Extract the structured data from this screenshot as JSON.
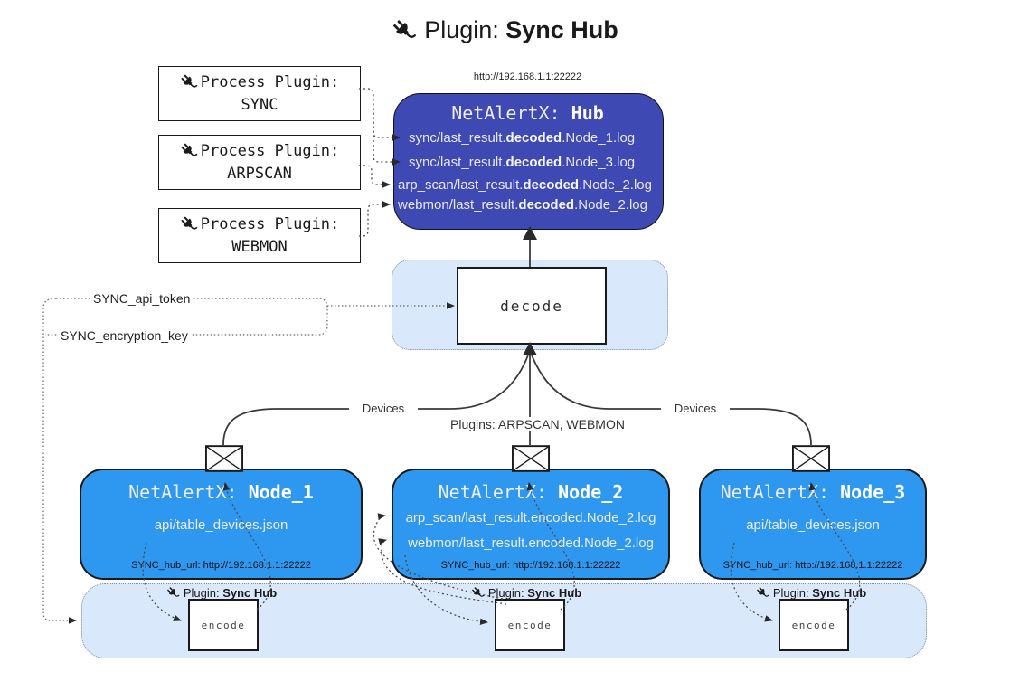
{
  "title": {
    "prefix": "Plugin: ",
    "bold": "Sync Hub"
  },
  "hub": {
    "url": "http://192.168.1.1:22222",
    "name_prefix": "NetAlertX: ",
    "name_bold": "Hub",
    "logs": [
      {
        "pre": "sync/last_result.",
        "bold": "decoded",
        "post": ".Node_1.log"
      },
      {
        "pre": "sync/last_result.",
        "bold": "decoded",
        "post": ".Node_3.log"
      },
      {
        "pre": "arp_scan/last_result.",
        "bold": "decoded",
        "post": ".Node_2.log"
      },
      {
        "pre": "webmon/last_result.",
        "bold": "decoded",
        "post": ".Node_2.log"
      }
    ]
  },
  "process_plugins": [
    {
      "title": "Process Plugin:",
      "name": "SYNC"
    },
    {
      "title": "Process Plugin:",
      "name": "ARPSCAN"
    },
    {
      "title": "Process Plugin:",
      "name": "WEBMON"
    }
  ],
  "decode": {
    "label": "decode"
  },
  "settings": {
    "api_token": "SYNC_api_token",
    "encryption_key": "SYNC_encryption_key"
  },
  "edge_labels": {
    "devices_left": "Devices",
    "plugins_mid": "Plugins: ARPSCAN, WEBMON",
    "devices_right": "Devices"
  },
  "nodes": [
    {
      "name_prefix": "NetAlertX: ",
      "name_bold": "Node_1",
      "files": [
        "api/table_devices.json"
      ],
      "hub_url": "SYNC_hub_url: http://192.168.1.1:22222"
    },
    {
      "name_prefix": "NetAlertX: ",
      "name_bold": "Node_2",
      "files": [
        "arp_scan/last_result.encoded.Node_2.log",
        "webmon/last_result.encoded.Node_2.log"
      ],
      "hub_url": "SYNC_hub_url: http://192.168.1.1:22222"
    },
    {
      "name_prefix": "NetAlertX: ",
      "name_bold": "Node_3",
      "files": [
        "api/table_devices.json"
      ],
      "hub_url": "SYNC_hub_url: http://192.168.1.1:22222"
    }
  ],
  "encoders": [
    {
      "label_prefix": "Plugin: ",
      "label_bold": "Sync Hub",
      "box": "encode"
    },
    {
      "label_prefix": "Plugin: ",
      "label_bold": "Sync Hub",
      "box": "encode"
    },
    {
      "label_prefix": "Plugin: ",
      "label_bold": "Sync Hub",
      "box": "encode"
    }
  ],
  "colors": {
    "hub_fill": "#3f49b4",
    "node_fill": "#2e97f0",
    "panel_fill": "#d9e8fa",
    "line": "#333333"
  }
}
